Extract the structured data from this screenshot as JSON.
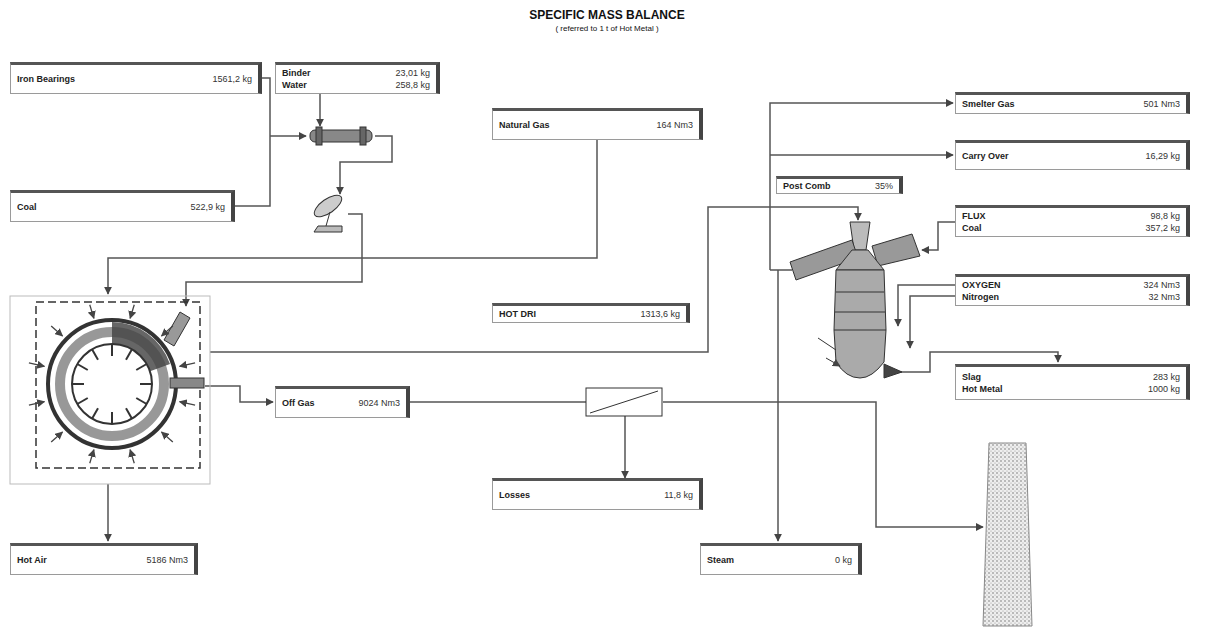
{
  "diagram": {
    "title": "SPECIFIC MASS BALANCE",
    "nodes": [
      {
        "text": [
          "Iron Bearings",
          "1561,2 kg"
        ]
      },
      {
        "text": [
          "Binder",
          "23,01 kg",
          "Water",
          "258,8 kg"
        ]
      },
      {
        "text": [
          "Coal",
          "522,9 kg"
        ]
      },
      {
        "text": [
          "Natural Gas",
          "164 Nm3"
        ]
      },
      {
        "text": [
          "HOT DRI",
          "1313,6 kg"
        ]
      },
      {
        "text": [
          "Off Gas",
          "9024 Nm3"
        ]
      },
      {
        "text": [
          "Losses",
          "11,8 kg"
        ]
      },
      {
        "text": [
          "Hot Air",
          "5186 Nm3"
        ]
      },
      {
        "text": [
          "Steam",
          "0 kg"
        ]
      },
      {
        "text": [
          "Smelter Gas",
          "501 Nm3"
        ]
      },
      {
        "text": [
          "Carry Over",
          "16,29 kg"
        ]
      },
      {
        "text": [
          "Post Comb",
          "35%"
        ]
      },
      {
        "text": [
          "FLUX",
          "98,8 kg",
          "Coal",
          "357,2 kg"
        ]
      },
      {
        "text": [
          "OXYGEN",
          "324 Nm3",
          "Nitrogen",
          "32 Nm3"
        ]
      },
      {
        "text": [
          "Slag",
          "283 kg",
          "Hot Metal",
          "1000 kg"
        ]
      }
    ],
    "edges": [
      {
        "from": 5,
        "to": 6,
        "arrow": "to"
      }
    ],
    "labels": [
      "( referred to 1 t of Hot Metal )"
    ]
  }
}
